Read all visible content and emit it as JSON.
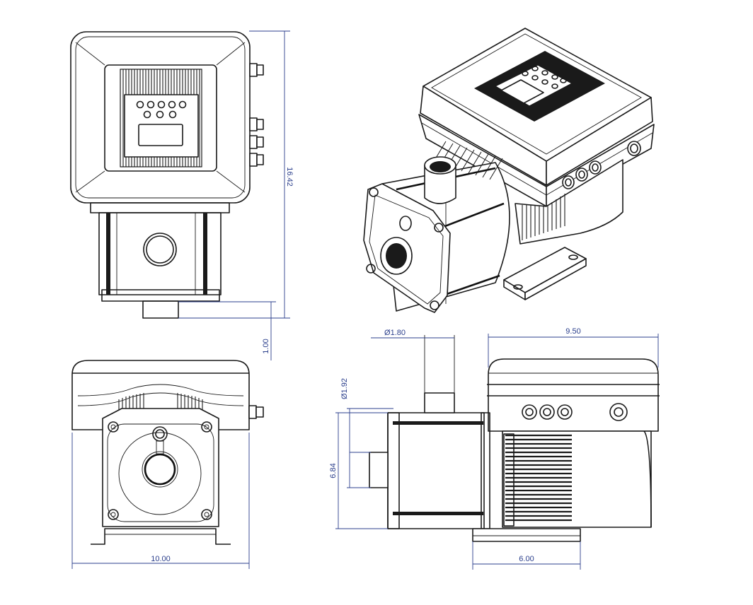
{
  "drawing": {
    "line_color": "#1a1a1a",
    "dimension_color": "#2b3f8c",
    "background": "#ffffff"
  },
  "dimensions": {
    "height": "16.42",
    "base_offset": "1.00",
    "width": "10.00",
    "outlet_diameter": "Ø1.80",
    "length": "9.50",
    "inlet_diameter": "Ø1.92",
    "inlet_height": "6.84",
    "base_length": "6.00"
  }
}
